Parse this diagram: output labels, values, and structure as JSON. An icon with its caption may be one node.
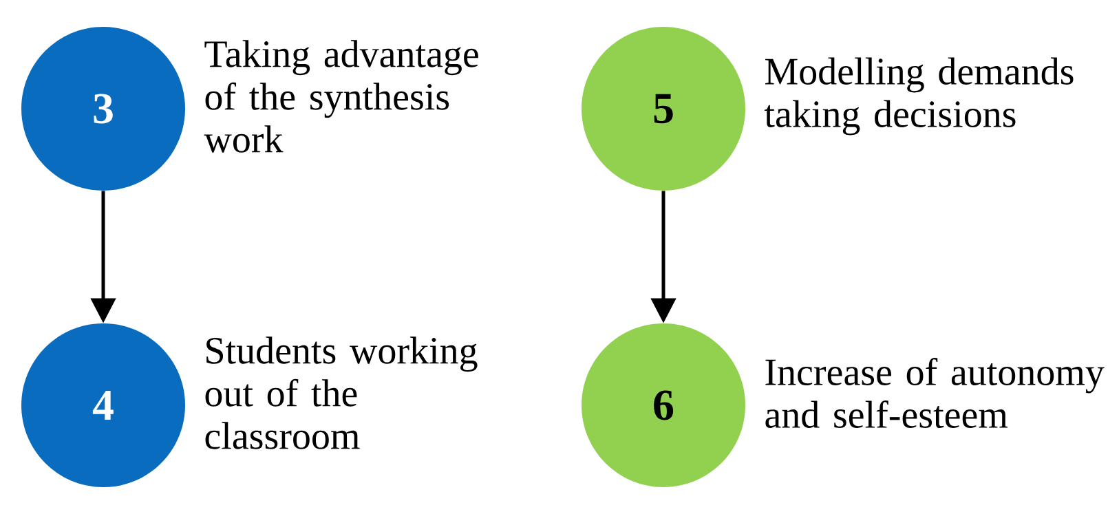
{
  "diagram": {
    "nodes": [
      {
        "text": [
          "3"
        ],
        "beside": [
          "Taking advantage of the synthesis work"
        ]
      },
      {
        "text": [
          "4"
        ],
        "beside": [
          "Students working out of the classroom"
        ]
      },
      {
        "text": [
          "5"
        ],
        "beside": [
          "Modelling demands taking decisions"
        ]
      },
      {
        "text": [
          "6"
        ],
        "beside": [
          "Increase of autonomy and self-esteem"
        ]
      }
    ],
    "edges": [
      {
        "from": 0,
        "to": 1,
        "arrow": "to"
      },
      {
        "from": 2,
        "to": 3,
        "arrow": "to"
      }
    ]
  }
}
